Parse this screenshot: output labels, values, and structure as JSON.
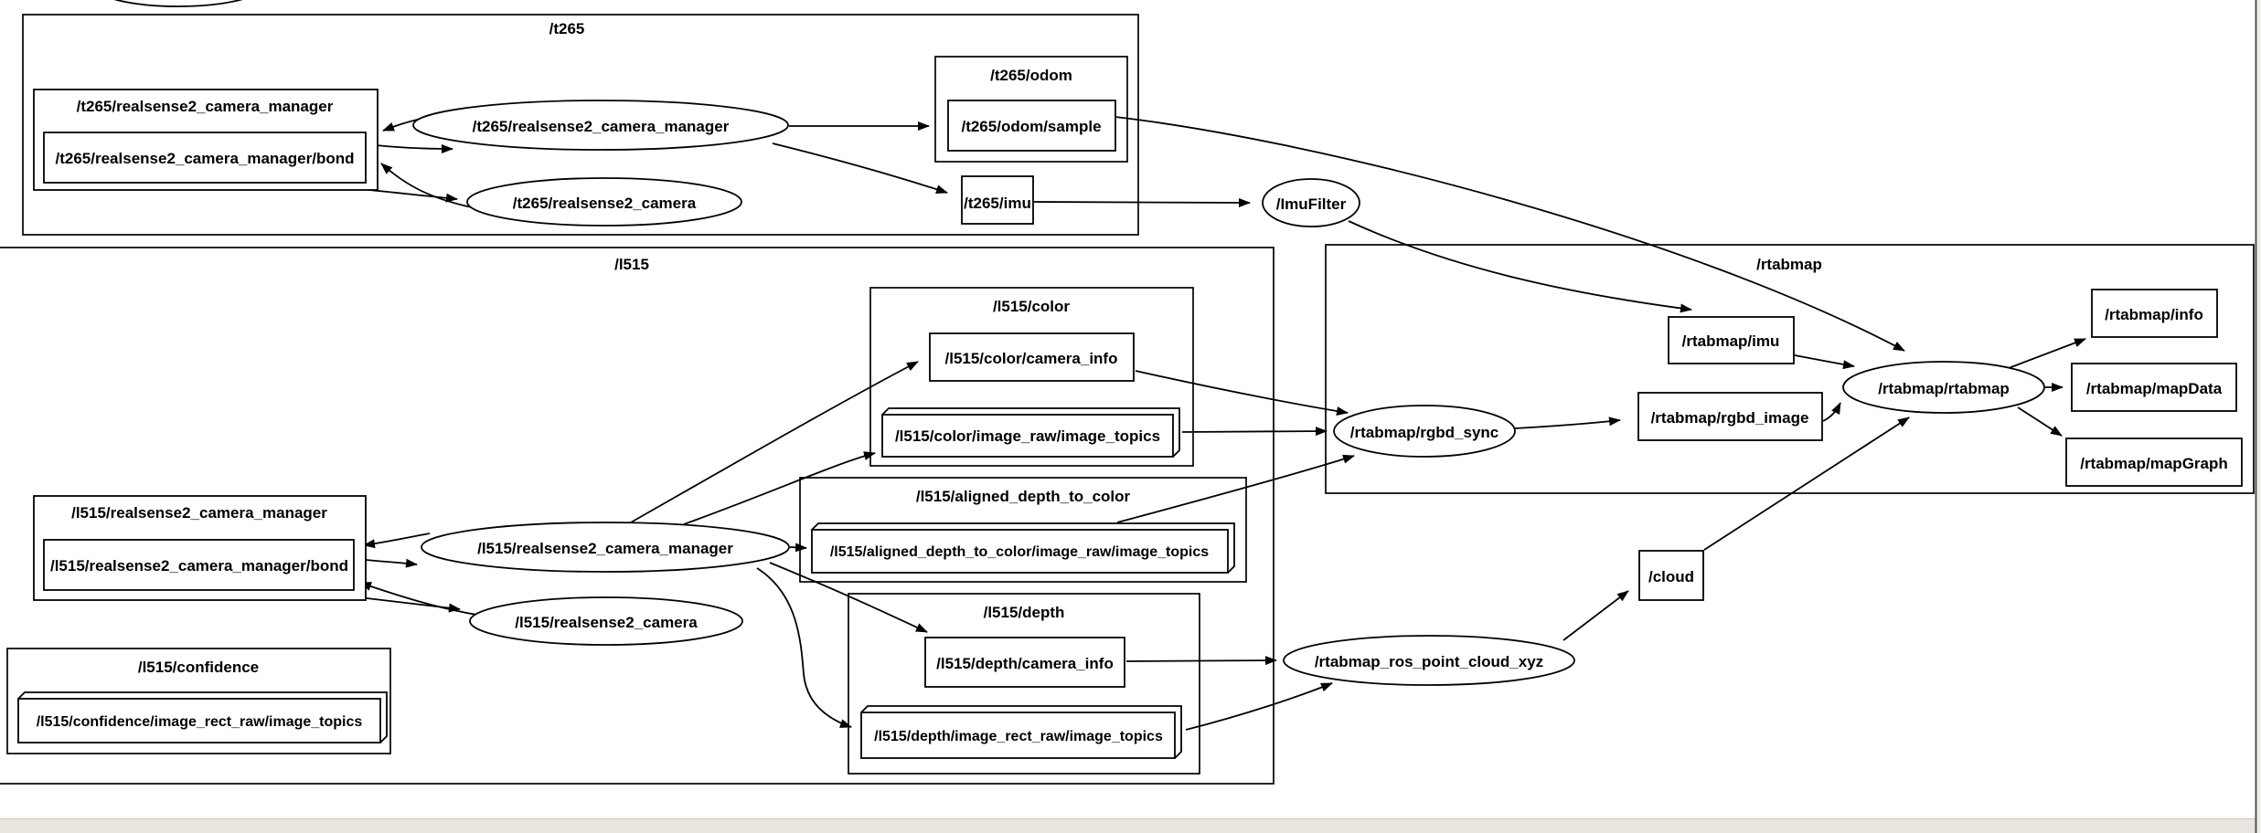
{
  "app": {
    "type": "ros-node-graph",
    "tool": "rqt_graph"
  },
  "colors": {
    "background": "#ffffff",
    "line": "#000000",
    "node_fill": "#ffffff",
    "panel_band": "#e9e6e0",
    "frame_line": "#4d4d4d"
  },
  "labels": {
    "t265": "/t265",
    "t265_manager_box": "/t265/realsense2_camera_manager",
    "t265_manager_bond": "/t265/realsense2_camera_manager/bond",
    "t265_manager_node": "/t265/realsense2_camera_manager",
    "t265_camera_node": "/t265/realsense2_camera",
    "t265_odom": "/t265/odom",
    "t265_odom_sample": "/t265/odom/sample",
    "t265_imu": "/t265/imu",
    "imu_filter": "/ImuFilter",
    "rtabmap_cluster": "/rtabmap",
    "rtabmap_imu": "/rtabmap/imu",
    "rtabmap_rgbd_sync": "/rtabmap/rgbd_sync",
    "rtabmap_rgbd_image": "/rtabmap/rgbd_image",
    "rtabmap_rtabmap": "/rtabmap/rtabmap",
    "rtabmap_info": "/rtabmap/info",
    "rtabmap_mapdata": "/rtabmap/mapData",
    "rtabmap_mapgraph": "/rtabmap/mapGraph",
    "l515": "/l515",
    "l515_color": "/l515/color",
    "l515_color_camera_info": "/l515/color/camera_info",
    "l515_color_image_raw": "/l515/color/image_raw/image_topics",
    "l515_aligned": "/l515/aligned_depth_to_color",
    "l515_aligned_image_raw": "/l515/aligned_depth_to_color/image_raw/image_topics",
    "l515_depth": "/l515/depth",
    "l515_depth_camera_info": "/l515/depth/camera_info",
    "l515_depth_image_rect_raw": "/l515/depth/image_rect_raw/image_topics",
    "l515_manager_box": "/l515/realsense2_camera_manager",
    "l515_manager_bond": "/l515/realsense2_camera_manager/bond",
    "l515_manager_node": "/l515/realsense2_camera_manager",
    "l515_camera_node": "/l515/realsense2_camera",
    "l515_confidence": "/l515/confidence",
    "l515_confidence_image": "/l515/confidence/image_rect_raw/image_topics",
    "cloud": "/cloud",
    "point_cloud_xyz": "/rtabmap_ros_point_cloud_xyz"
  },
  "edges": [
    {
      "from": "/t265/realsense2_camera_manager",
      "to": "/t265/realsense2_camera_manager/bond"
    },
    {
      "from": "/t265/realsense2_camera_manager/bond",
      "to": "/t265/realsense2_camera_manager"
    },
    {
      "from": "/t265/realsense2_camera_manager/bond",
      "to": "/t265/realsense2_camera"
    },
    {
      "from": "/t265/realsense2_camera",
      "to": "/t265/realsense2_camera_manager/bond"
    },
    {
      "from": "/t265/realsense2_camera_manager",
      "to": "/t265/odom/sample"
    },
    {
      "from": "/t265/realsense2_camera_manager",
      "to": "/t265/imu"
    },
    {
      "from": "/t265/odom/sample",
      "to": "/rtabmap/rtabmap"
    },
    {
      "from": "/t265/imu",
      "to": "/ImuFilter"
    },
    {
      "from": "/ImuFilter",
      "to": "/rtabmap/imu"
    },
    {
      "from": "/rtabmap/imu",
      "to": "/rtabmap/rtabmap"
    },
    {
      "from": "/l515/color/camera_info",
      "to": "/rtabmap/rgbd_sync"
    },
    {
      "from": "/l515/color/image_raw/image_topics",
      "to": "/rtabmap/rgbd_sync"
    },
    {
      "from": "/l515/aligned_depth_to_color/image_raw/image_topics",
      "to": "/rtabmap/rgbd_sync"
    },
    {
      "from": "/rtabmap/rgbd_sync",
      "to": "/rtabmap/rgbd_image"
    },
    {
      "from": "/rtabmap/rgbd_image",
      "to": "/rtabmap/rtabmap"
    },
    {
      "from": "/rtabmap/rtabmap",
      "to": "/rtabmap/info"
    },
    {
      "from": "/rtabmap/rtabmap",
      "to": "/rtabmap/mapData"
    },
    {
      "from": "/rtabmap/rtabmap",
      "to": "/rtabmap/mapGraph"
    },
    {
      "from": "/l515/realsense2_camera_manager",
      "to": "/l515/realsense2_camera_manager/bond"
    },
    {
      "from": "/l515/realsense2_camera_manager/bond",
      "to": "/l515/realsense2_camera_manager"
    },
    {
      "from": "/l515/realsense2_camera_manager/bond",
      "to": "/l515/realsense2_camera"
    },
    {
      "from": "/l515/realsense2_camera",
      "to": "/l515/realsense2_camera_manager/bond"
    },
    {
      "from": "/l515/realsense2_camera_manager",
      "to": "/l515/color/camera_info"
    },
    {
      "from": "/l515/realsense2_camera_manager",
      "to": "/l515/color/image_raw/image_topics"
    },
    {
      "from": "/l515/realsense2_camera_manager",
      "to": "/l515/aligned_depth_to_color/image_raw/image_topics"
    },
    {
      "from": "/l515/realsense2_camera_manager",
      "to": "/l515/depth/camera_info"
    },
    {
      "from": "/l515/realsense2_camera_manager",
      "to": "/l515/depth/image_rect_raw/image_topics"
    },
    {
      "from": "/l515/depth/camera_info",
      "to": "/rtabmap_ros_point_cloud_xyz"
    },
    {
      "from": "/l515/depth/image_rect_raw/image_topics",
      "to": "/rtabmap_ros_point_cloud_xyz"
    },
    {
      "from": "/rtabmap_ros_point_cloud_xyz",
      "to": "/cloud"
    },
    {
      "from": "/cloud",
      "to": "/rtabmap/rtabmap"
    }
  ]
}
